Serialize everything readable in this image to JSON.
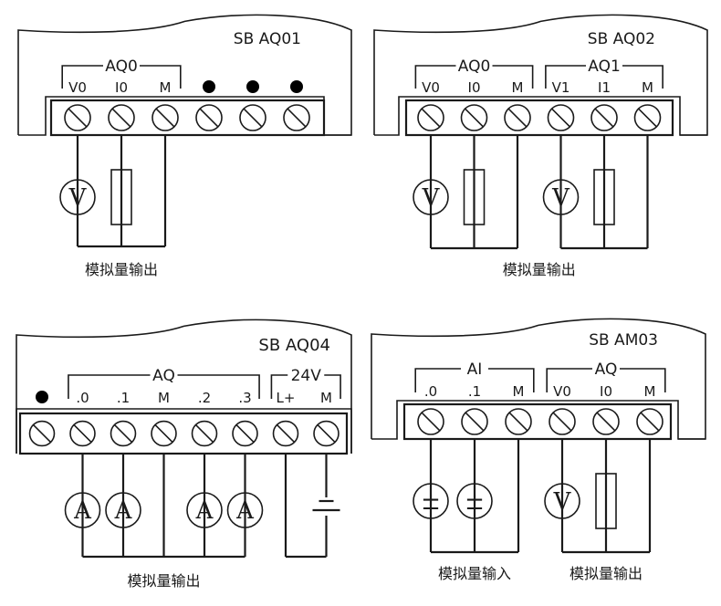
{
  "panels": [
    {
      "id": "sb-aq01",
      "model": "SB AQ01",
      "terminal_count": 6,
      "groups": [
        {
          "label": "AQ0",
          "from": 0,
          "to": 2
        }
      ],
      "terminal_labels": [
        "V0",
        "I0",
        "M",
        "●",
        "●",
        "●"
      ],
      "devices": [
        {
          "type": "voltmeter",
          "symbol": "V",
          "terminal": 0
        },
        {
          "type": "resistor",
          "terminal": 1
        }
      ],
      "common_bus": [
        0,
        1,
        2
      ],
      "captions": [
        {
          "text": "模拟量输出",
          "center_terminal": 1
        }
      ]
    },
    {
      "id": "sb-aq02",
      "model": "SB AQ02",
      "terminal_count": 6,
      "groups": [
        {
          "label": "AQ0",
          "from": 0,
          "to": 2
        },
        {
          "label": "AQ1",
          "from": 3,
          "to": 5
        }
      ],
      "terminal_labels": [
        "V0",
        "I0",
        "M",
        "V1",
        "I1",
        "M"
      ],
      "devices": [
        {
          "type": "voltmeter",
          "symbol": "V",
          "terminal": 0
        },
        {
          "type": "resistor",
          "terminal": 1
        },
        {
          "type": "voltmeter",
          "symbol": "V",
          "terminal": 3
        },
        {
          "type": "resistor",
          "terminal": 4
        }
      ],
      "common_bus": [
        [
          0,
          1,
          2
        ],
        [
          3,
          4,
          5
        ]
      ],
      "captions": [
        {
          "text": "模拟量输出",
          "center_terminal": 2.5
        }
      ]
    },
    {
      "id": "sb-aq04",
      "model": "SB AQ04",
      "terminal_count": 8,
      "groups": [
        {
          "label": "AQ",
          "from": 1,
          "to": 5
        },
        {
          "label": "24V",
          "from": 6,
          "to": 7
        }
      ],
      "terminal_labels": [
        "●",
        ".0",
        ".1",
        "M",
        ".2",
        ".3",
        "L+",
        "M"
      ],
      "devices": [
        {
          "type": "ammeter",
          "symbol": "A",
          "terminal": 1
        },
        {
          "type": "ammeter",
          "symbol": "A",
          "terminal": 2
        },
        {
          "type": "ammeter",
          "symbol": "A",
          "terminal": 4
        },
        {
          "type": "ammeter",
          "symbol": "A",
          "terminal": 5
        },
        {
          "type": "battery",
          "terminal": 7
        }
      ],
      "common_bus": [
        [
          1,
          2,
          3,
          4,
          5
        ],
        [
          6,
          7
        ]
      ],
      "captions": [
        {
          "text": "模拟量输出",
          "center_terminal": 3
        }
      ]
    },
    {
      "id": "sb-am03",
      "model": "SB AM03",
      "terminal_count": 6,
      "groups": [
        {
          "label": "AI",
          "from": 0,
          "to": 2
        },
        {
          "label": "AQ",
          "from": 3,
          "to": 5
        }
      ],
      "terminal_labels": [
        ".0",
        ".1",
        "M",
        "V0",
        "I0",
        "M"
      ],
      "devices": [
        {
          "type": "source",
          "symbol": "±",
          "terminal": 0
        },
        {
          "type": "source",
          "symbol": "±",
          "terminal": 1
        },
        {
          "type": "voltmeter",
          "symbol": "V",
          "terminal": 3
        },
        {
          "type": "resistor",
          "terminal": 4
        }
      ],
      "common_bus": [
        [
          0,
          1,
          2
        ],
        [
          3,
          4,
          5
        ]
      ],
      "captions": [
        {
          "text": "模拟量输入",
          "center_terminal": 1
        },
        {
          "text": "模拟量输出",
          "center_terminal": 4
        }
      ]
    }
  ]
}
